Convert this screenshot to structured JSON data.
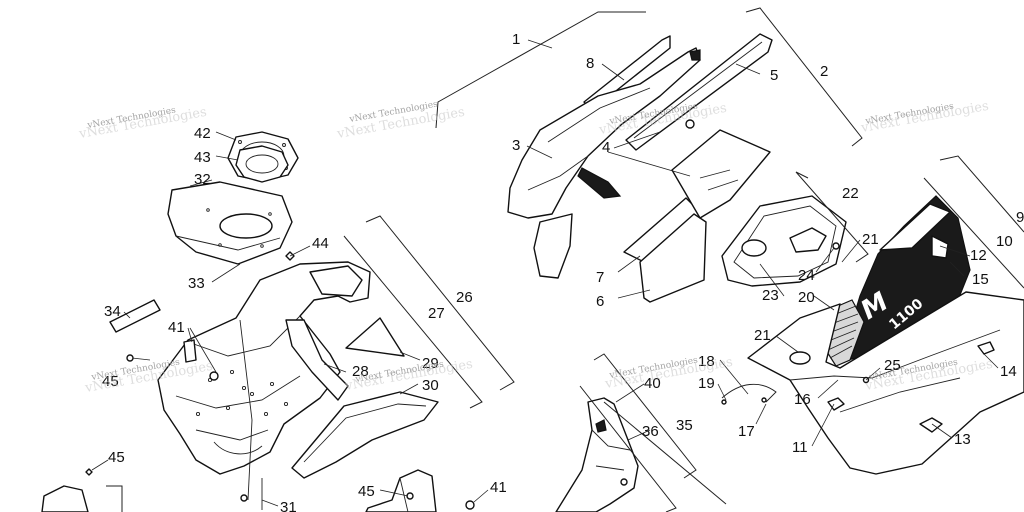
{
  "watermark": {
    "text": "vNext Technologies"
  },
  "decal": {
    "logo_text": "M",
    "model_text": "1100"
  },
  "callouts": [
    "1",
    "2",
    "3",
    "4",
    "5",
    "6",
    "7",
    "8",
    "9",
    "10",
    "11",
    "12",
    "13",
    "14",
    "15",
    "16",
    "17",
    "18",
    "19",
    "20",
    "21",
    "22",
    "23",
    "24",
    "25",
    "26",
    "27",
    "28",
    "29",
    "30",
    "31",
    "32",
    "33",
    "34",
    "35",
    "36",
    "40",
    "41",
    "42",
    "43",
    "44",
    "45"
  ],
  "colors": {
    "line": "#111111",
    "watermark": "#9a9a9a"
  }
}
